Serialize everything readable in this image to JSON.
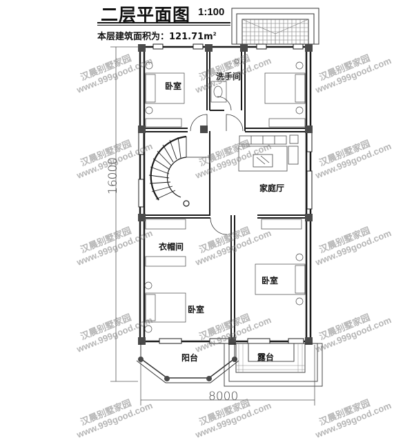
{
  "header": {
    "title": "二层平面图",
    "scale": "1:100",
    "area_label": "本层建筑面积为：121.71m",
    "area_unit_sup": "2"
  },
  "rooms": {
    "bedroom_nw": "卧室",
    "bathroom": "洗手间",
    "family_room": "家庭厅",
    "cloakroom": "衣帽间",
    "bedroom_sw": "卧室",
    "bedroom_se": "卧室",
    "balcony": "阳台",
    "terrace": "露台"
  },
  "dimensions": {
    "vertical": "16000",
    "horizontal": "8000"
  },
  "watermark": {
    "line1": "汉晨别墅家园",
    "line2": "www.999good.com"
  },
  "colors": {
    "wall": "#1a1a1a",
    "column": "#4a4a4a",
    "line": "#333333",
    "watermark": "#8a8a8a"
  }
}
